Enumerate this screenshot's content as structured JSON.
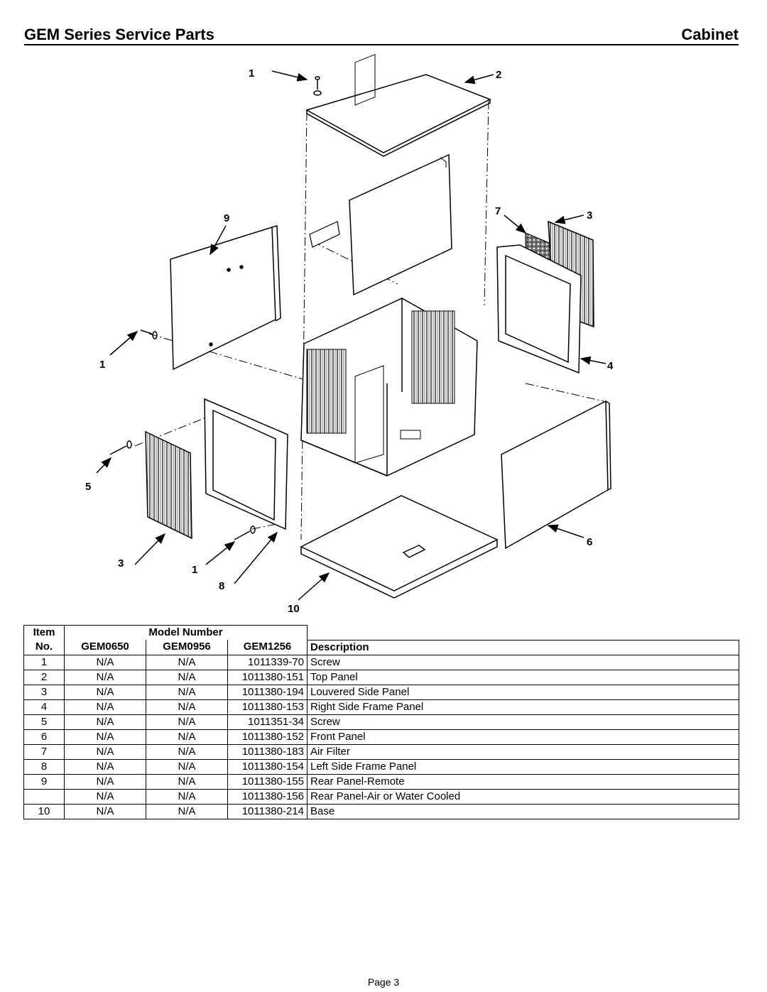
{
  "header": {
    "title_left": "GEM Series Service Parts",
    "title_right": "Cabinet"
  },
  "callouts": {
    "c1_top": "1",
    "c2": "2",
    "c9": "9",
    "c7": "7",
    "c3_right": "3",
    "c1_left": "1",
    "c4": "4",
    "c5": "5",
    "c6": "6",
    "c3_left": "3",
    "c1_bottom": "1",
    "c8": "8",
    "c10": "10"
  },
  "table": {
    "header_item": "Item",
    "header_no": "No.",
    "header_model": "Model Number",
    "models": [
      "GEM0650",
      "GEM0956",
      "GEM1256"
    ],
    "header_desc": "Description",
    "rows": [
      {
        "item": "1",
        "gem0650": "N/A",
        "gem0956": "N/A",
        "gem1256": "1011339-70",
        "desc": "Screw"
      },
      {
        "item": "2",
        "gem0650": "N/A",
        "gem0956": "N/A",
        "gem1256": "1011380-151",
        "desc": "Top Panel"
      },
      {
        "item": "3",
        "gem0650": "N/A",
        "gem0956": "N/A",
        "gem1256": "1011380-194",
        "desc": "Louvered Side Panel"
      },
      {
        "item": "4",
        "gem0650": "N/A",
        "gem0956": "N/A",
        "gem1256": "1011380-153",
        "desc": "Right Side Frame Panel"
      },
      {
        "item": "5",
        "gem0650": "N/A",
        "gem0956": "N/A",
        "gem1256": "1011351-34",
        "desc": "Screw"
      },
      {
        "item": "6",
        "gem0650": "N/A",
        "gem0956": "N/A",
        "gem1256": "1011380-152",
        "desc": "Front Panel"
      },
      {
        "item": "7",
        "gem0650": "N/A",
        "gem0956": "N/A",
        "gem1256": "1011380-183",
        "desc": "Air Filter"
      },
      {
        "item": "8",
        "gem0650": "N/A",
        "gem0956": "N/A",
        "gem1256": "1011380-154",
        "desc": "Left Side Frame Panel"
      },
      {
        "item": "9",
        "gem0650": "N/A",
        "gem0956": "N/A",
        "gem1256": "1011380-155",
        "desc": "Rear Panel-Remote"
      },
      {
        "item": "",
        "gem0650": "N/A",
        "gem0956": "N/A",
        "gem1256": "1011380-156",
        "desc": "Rear Panel-Air or Water Cooled"
      },
      {
        "item": "10",
        "gem0650": "N/A",
        "gem0956": "N/A",
        "gem1256": "1011380-214",
        "desc": "Base"
      }
    ]
  },
  "footer": {
    "page": "Page 3"
  }
}
